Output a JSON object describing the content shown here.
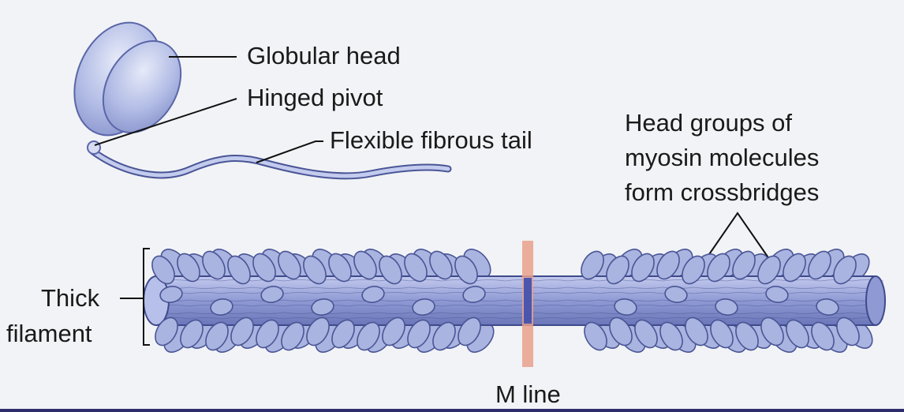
{
  "molecule": {
    "labels": {
      "head": "Globular head",
      "pivot": "Hinged pivot",
      "tail": "Flexible fibrous tail"
    }
  },
  "crossbridges": {
    "lines": [
      "Head groups of",
      "myosin molecules",
      "form crossbridges"
    ]
  },
  "thick_filament": {
    "lines": [
      "Thick",
      "filament"
    ]
  },
  "m_line": {
    "label": "M line"
  },
  "colors": {
    "myosin_fill": "#a9b4e0",
    "myosin_stroke": "#4a5596",
    "m_line": "#e9a08c",
    "background": "#f1f3f6"
  }
}
